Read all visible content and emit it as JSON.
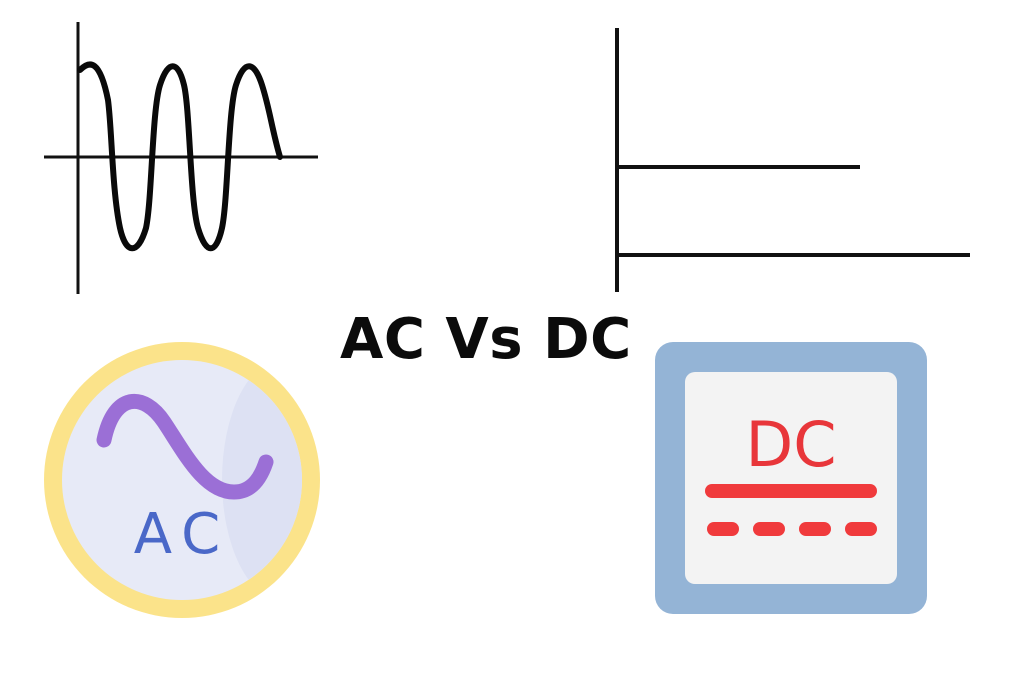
{
  "title": "AC Vs DC",
  "ac_icon": {
    "label": "AC",
    "colors": {
      "ring": "#fbe38a",
      "face": "#e7eaf7",
      "wave": "#9b6fd6",
      "text": "#4a68c8"
    }
  },
  "dc_icon": {
    "label": "DC",
    "colors": {
      "frame": "#94b4d6",
      "panel": "#f3f3f3",
      "text": "#e8363a",
      "lines": "#f03a3c"
    }
  },
  "graphs": {
    "ac_graph": {
      "type": "sine",
      "color": "#000000"
    },
    "dc_graph": {
      "type": "constant",
      "color": "#000000"
    }
  }
}
